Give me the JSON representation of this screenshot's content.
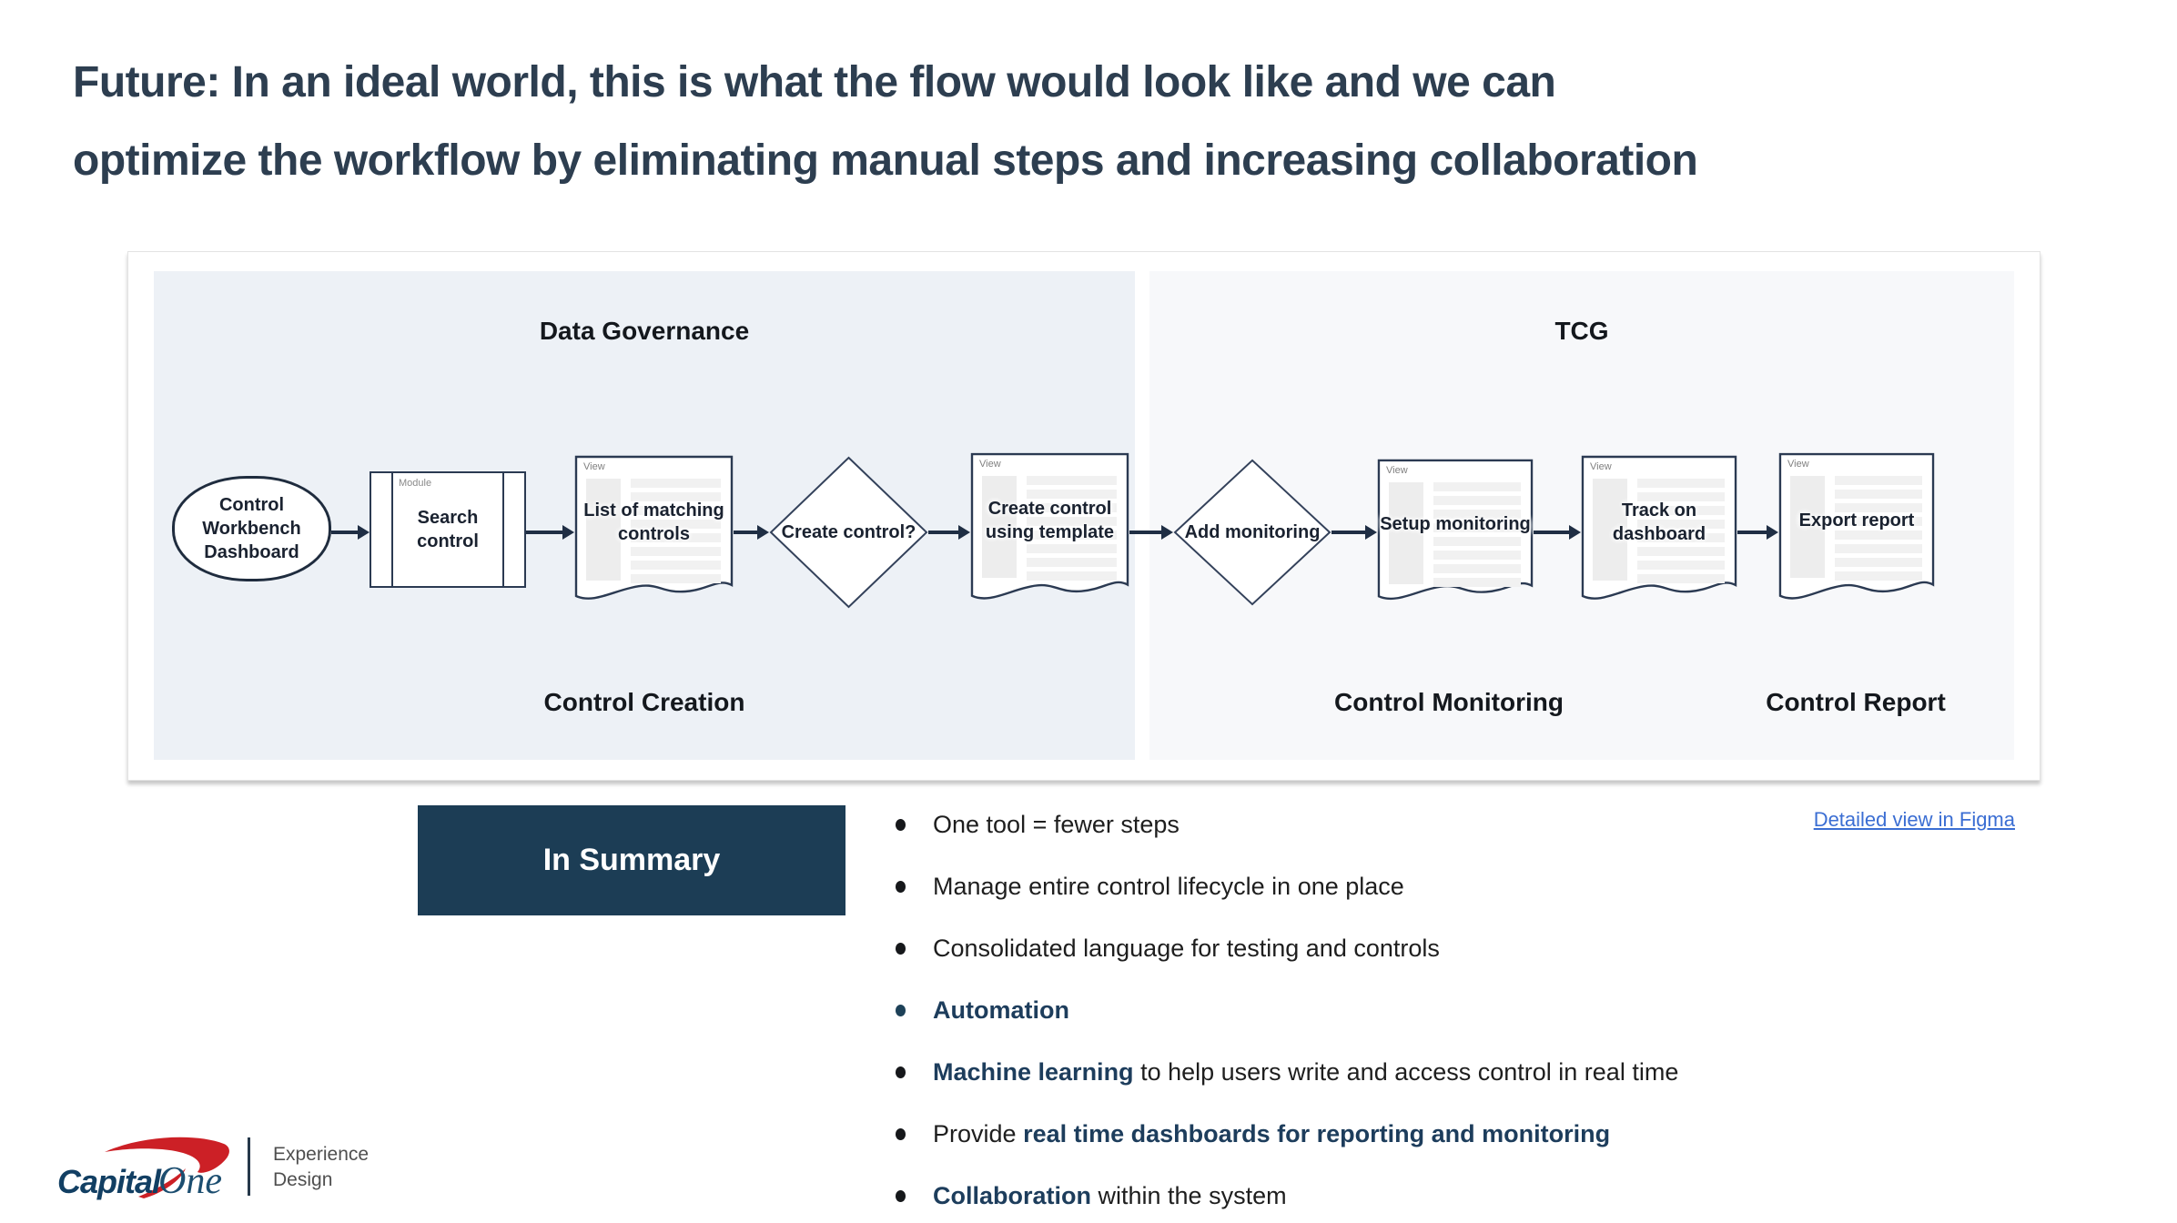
{
  "title": {
    "line1": "Future: In an ideal world, this is what the flow would look like and we can",
    "line2": "optimize the workflow by eliminating manual steps and increasing collaboration"
  },
  "diagram": {
    "left_section": {
      "title": "Data Governance",
      "footer": "Control Creation"
    },
    "right_section": {
      "title": "TCG",
      "footer_monitoring": "Control Monitoring",
      "footer_report": "Control Report"
    },
    "nodes": [
      {
        "type": "terminator",
        "label": "Control Workbench Dashboard"
      },
      {
        "type": "module",
        "tag": "Module",
        "label": "Search control"
      },
      {
        "type": "document",
        "tag": "View",
        "label": "List of matching controls"
      },
      {
        "type": "decision",
        "label": "Create control?"
      },
      {
        "type": "document",
        "tag": "View",
        "label": "Create control using template"
      },
      {
        "type": "decision",
        "label": "Add monitoring"
      },
      {
        "type": "document",
        "tag": "View",
        "label": "Setup monitoring"
      },
      {
        "type": "document",
        "tag": "View",
        "label": "Track on dashboard"
      },
      {
        "type": "document",
        "tag": "View",
        "label": "Export report"
      }
    ]
  },
  "summary": {
    "heading": "In Summary",
    "bullets": [
      {
        "before": "One tool = fewer steps",
        "strong": "",
        "after": ""
      },
      {
        "before": "Manage entire control lifecycle in one place",
        "strong": "",
        "after": ""
      },
      {
        "before": "Consolidated language for testing and controls",
        "strong": "",
        "after": ""
      },
      {
        "before": "",
        "strong": "Automation",
        "after": ""
      },
      {
        "before": "",
        "strong": "Machine learning",
        "after": " to help users write and access control in real time"
      },
      {
        "before": "Provide ",
        "strong": "real time dashboards for reporting and monitoring",
        "after": ""
      },
      {
        "before": "",
        "strong": "Collaboration",
        "after": " within the system"
      }
    ]
  },
  "links": {
    "figma": "Detailed view in Figma"
  },
  "footer": {
    "brand_part1": "Capital",
    "brand_part2": "One",
    "org_line1": "Experience",
    "org_line2": "Design"
  },
  "colors": {
    "title_navy": "#2d3e50",
    "summary_navy": "#1c3d55",
    "bold_navy": "#1d3d5c",
    "link_blue": "#3b6ed3",
    "brand_red": "#cc2026",
    "panel_left_bg": "#edf1f6",
    "panel_right_bg": "#f7f8fa",
    "shape_stroke": "#2b3a52"
  }
}
